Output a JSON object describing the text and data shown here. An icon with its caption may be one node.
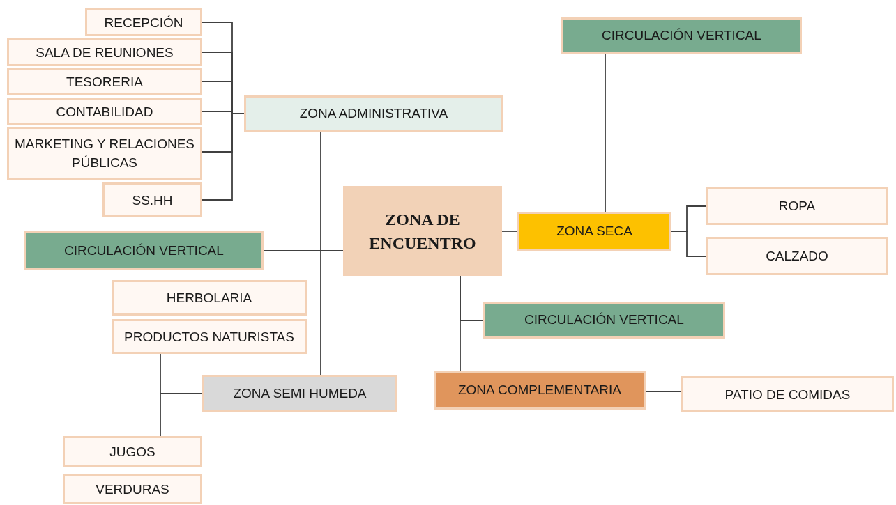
{
  "diagram": {
    "nodes": [
      {
        "text": [
          "RECEPCIÓN"
        ]
      },
      {
        "text": [
          "SALA DE REUNIONES"
        ]
      },
      {
        "text": [
          "TESORERIA"
        ]
      },
      {
        "text": [
          "CONTABILIDAD"
        ]
      },
      {
        "text": [
          "MARKETING Y RELACIONES PÚBLICAS"
        ]
      },
      {
        "text": [
          "SS.HH"
        ]
      },
      {
        "text": [
          "ZONA ADMINISTRATIVA"
        ]
      },
      {
        "text": [
          "CIRCULACIÓN VERTICAL"
        ]
      },
      {
        "text": [
          "ZONA DE ENCUENTRO"
        ]
      },
      {
        "text": [
          "ZONA SECA"
        ]
      },
      {
        "text": [
          "ROPA"
        ]
      },
      {
        "text": [
          "CALZADO"
        ]
      },
      {
        "text": [
          "CIRCULACIÓN VERTICAL"
        ]
      },
      {
        "text": [
          "HERBOLARIA"
        ]
      },
      {
        "text": [
          "PRODUCTOS NATURISTAS"
        ]
      },
      {
        "text": [
          "ZONA SEMI HUMEDA"
        ]
      },
      {
        "text": [
          "CIRCULACIÓN VERTICAL"
        ]
      },
      {
        "text": [
          "ZONA COMPLEMENTARIA"
        ]
      },
      {
        "text": [
          "PATIO DE COMIDAS"
        ]
      },
      {
        "text": [
          "JUGOS"
        ]
      },
      {
        "text": [
          "VERDURAS"
        ]
      }
    ],
    "edges": [
      {
        "from": 0,
        "to": 6,
        "arrow": "none"
      },
      {
        "from": 1,
        "to": 6,
        "arrow": "none"
      },
      {
        "from": 2,
        "to": 6,
        "arrow": "none"
      },
      {
        "from": 3,
        "to": 6,
        "arrow": "none"
      },
      {
        "from": 4,
        "to": 6,
        "arrow": "none"
      },
      {
        "from": 5,
        "to": 6,
        "arrow": "none"
      },
      {
        "from": 8,
        "to": 6,
        "arrow": "none"
      },
      {
        "from": 8,
        "to": 12,
        "arrow": "none"
      },
      {
        "from": 8,
        "to": 15,
        "arrow": "none"
      },
      {
        "from": 8,
        "to": 9,
        "arrow": "none"
      },
      {
        "from": 7,
        "to": 9,
        "arrow": "none"
      },
      {
        "from": 9,
        "to": 10,
        "arrow": "none"
      },
      {
        "from": 9,
        "to": 11,
        "arrow": "none"
      },
      {
        "from": 8,
        "to": 16,
        "arrow": "none"
      },
      {
        "from": 8,
        "to": 17,
        "arrow": "none"
      },
      {
        "from": 17,
        "to": 18,
        "arrow": "none"
      },
      {
        "from": 15,
        "to": 14,
        "arrow": "none"
      },
      {
        "from": 15,
        "to": 19,
        "arrow": "none"
      }
    ]
  }
}
